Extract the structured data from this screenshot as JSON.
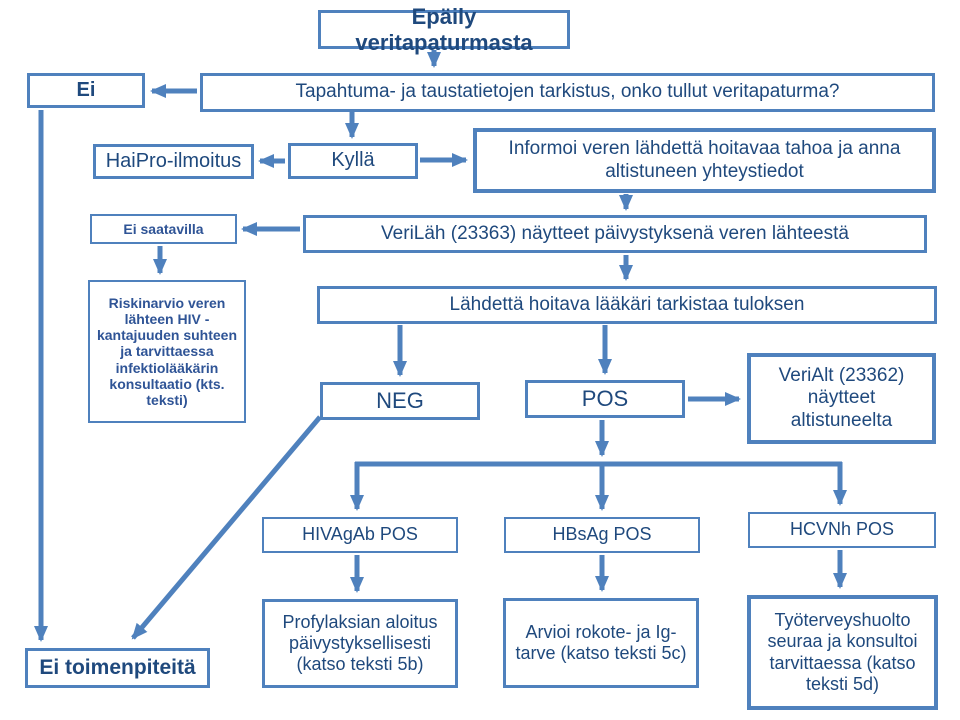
{
  "diagram": {
    "language": "fi",
    "topic": "Veritapaturman toimintakaavio"
  },
  "colors": {
    "background": "#ffffff",
    "box_border": "#4f81bd",
    "arrow": "#4f81bd",
    "text_primary": "#1f497d",
    "text_small": "#2f5496"
  },
  "nodes": {
    "epaily": {
      "label": "Epäily veritapaturmasta"
    },
    "tapahtuma": {
      "label": "Tapahtuma- ja taustatietojen tarkistus, onko tullut veritapaturma?"
    },
    "ei": {
      "label": "Ei"
    },
    "kylla": {
      "label": "Kyllä"
    },
    "haipro": {
      "label": "HaiPro-ilmoitus"
    },
    "informoi": {
      "label": "Informoi veren lähdettä hoitavaa tahoa ja anna altistuneen yhteystiedot"
    },
    "verilah": {
      "label": "VeriLäh (23363) näytteet päivystyksenä veren lähteestä"
    },
    "ei_saatavilla": {
      "label": "Ei saatavilla"
    },
    "riskinarvio": {
      "label": "Riskinarvio veren lähteen HIV - kantajuuden suhteen ja tarvittaessa infektiolääkärin konsultaatio (kts. teksti)"
    },
    "lahdetta": {
      "label": "Lähdettä hoitava lääkäri tarkistaa tuloksen"
    },
    "neg": {
      "label": "NEG"
    },
    "pos": {
      "label": "POS"
    },
    "verialt": {
      "label": "VeriAlt (23362) näytteet altistuneelta"
    },
    "hivagab": {
      "label": "HIVAgAb POS"
    },
    "hbsag": {
      "label": "HBsAg POS"
    },
    "hcvnh": {
      "label": "HCVNh POS"
    },
    "profylaksia": {
      "label": "Profylaksian aloitus päivystyksellisesti (katso teksti 5b)"
    },
    "arvioi": {
      "label": "Arvioi rokote- ja Ig-tarve (katso teksti 5c)"
    },
    "tyoterveys": {
      "label": "Työterveyshuolto seuraa ja konsultoi tarvittaessa (katso teksti 5d)"
    },
    "ei_toimenpiteita": {
      "label": "Ei toimenpiteitä"
    }
  },
  "edges": [
    {
      "from": "epaily",
      "to": "tapahtuma"
    },
    {
      "from": "tapahtuma",
      "to": "ei"
    },
    {
      "from": "tapahtuma",
      "to": "kylla"
    },
    {
      "from": "kylla",
      "to": "haipro"
    },
    {
      "from": "kylla",
      "to": "informoi"
    },
    {
      "from": "informoi",
      "to": "verilah"
    },
    {
      "from": "verilah",
      "to": "ei_saatavilla"
    },
    {
      "from": "ei_saatavilla",
      "to": "riskinarvio"
    },
    {
      "from": "verilah",
      "to": "lahdetta"
    },
    {
      "from": "lahdetta",
      "to": "neg"
    },
    {
      "from": "lahdetta",
      "to": "pos"
    },
    {
      "from": "pos",
      "to": "verialt"
    },
    {
      "from": "pos",
      "to": "hivagab"
    },
    {
      "from": "pos",
      "to": "hbsag"
    },
    {
      "from": "pos",
      "to": "hcvnh"
    },
    {
      "from": "hivagab",
      "to": "profylaksia"
    },
    {
      "from": "hbsag",
      "to": "arvioi"
    },
    {
      "from": "hcvnh",
      "to": "tyoterveys"
    },
    {
      "from": "ei",
      "to": "ei_toimenpiteita"
    },
    {
      "from": "neg",
      "to": "ei_toimenpiteita"
    }
  ]
}
